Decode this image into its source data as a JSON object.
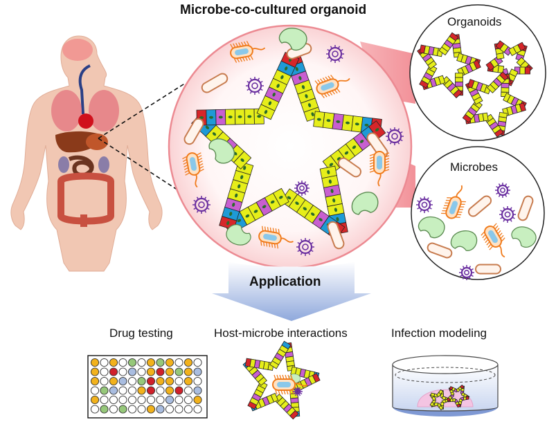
{
  "title": "Microbe-co-cultured organoid",
  "insets": {
    "organoids": "Organoids",
    "microbes": "Microbes"
  },
  "arrow_label": "Application",
  "applications": [
    {
      "label": "Drug testing"
    },
    {
      "label": "Host-microbe interactions"
    },
    {
      "label": "Infection modeling"
    }
  ],
  "colors": {
    "epithelial": "#e6ee1a",
    "goblet": "#c85fd0",
    "paneth": "#d6262a",
    "stem": "#1e9ad6",
    "enterocyte_nucleus": "#2a6b2a",
    "bacillus_outline": "#c77b4e",
    "cocci": "#6a2fa0",
    "flagellate": "#f07a1a",
    "green_microbe": "#c8efc0",
    "plate_yellow": "#f2b21c",
    "plate_red": "#d0202a",
    "plate_green": "#96c87a",
    "plate_blue": "#a9bde0",
    "arrow": "#9bb3e0"
  }
}
